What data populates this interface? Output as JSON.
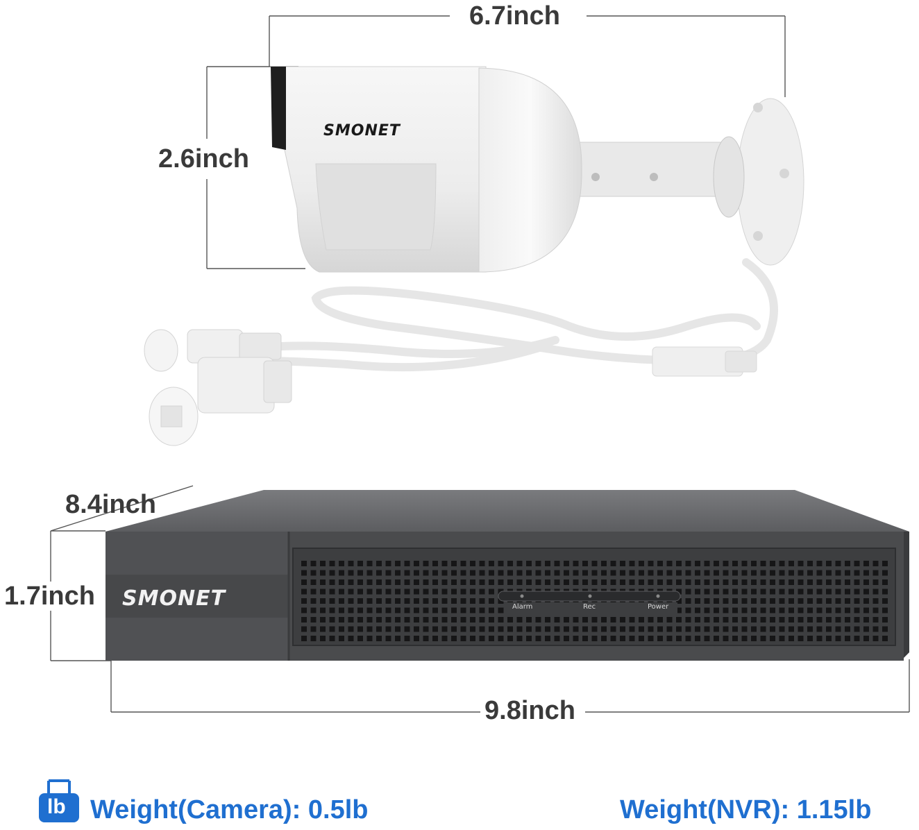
{
  "camera": {
    "brand": "SMONET",
    "width_label": "6.7inch",
    "height_label": "2.6inch"
  },
  "nvr": {
    "brand": "SMONET",
    "depth_label": "8.4inch",
    "height_label": "1.7inch",
    "width_label": "9.8inch",
    "leds": [
      "Alarm",
      "Rec",
      "Power"
    ]
  },
  "weights": {
    "camera": "Weight(Camera): 0.5lb",
    "nvr": "Weight(NVR): 1.15lb",
    "icon_text": "lb"
  },
  "colors": {
    "accent": "#1f6fd0",
    "dimension_text": "#3a3a3a",
    "nvr_body": "#4a4b4d"
  },
  "icons": [
    "weight-icon",
    "security-camera-icon",
    "nvr-recorder-icon"
  ]
}
